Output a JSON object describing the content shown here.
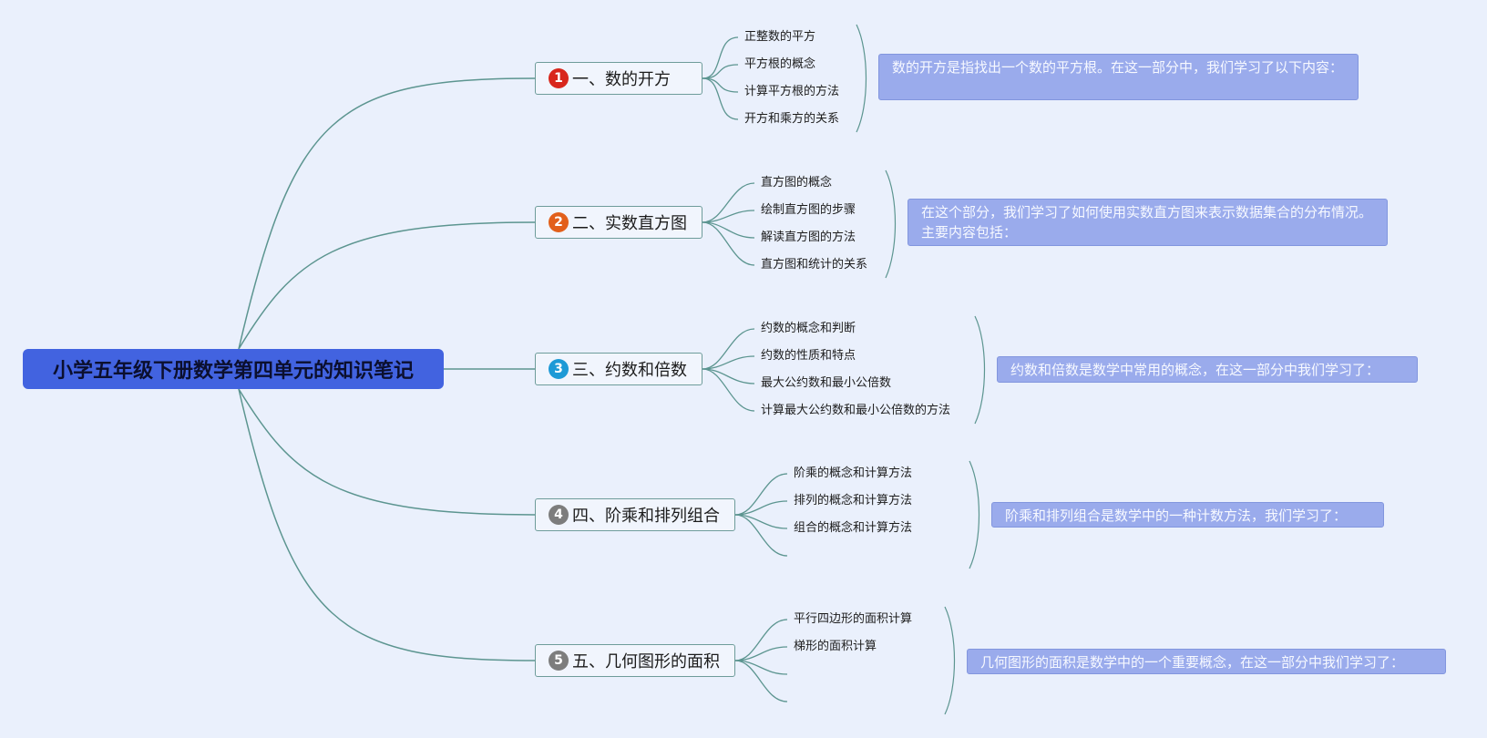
{
  "root": {
    "title": "小学五年级下册数学第四单元的知识笔记"
  },
  "branches": [
    {
      "num": "1",
      "badge_color": "#d8271c",
      "label": "一、数的开方",
      "leaves": [
        "正整数的平方",
        "平方根的概念",
        "计算平方根的方法",
        "开方和乘方的关系"
      ],
      "note": "数的开方是指找出一个数的平方根。在这一部分中，我们学习了以下内容："
    },
    {
      "num": "2",
      "badge_color": "#e2601b",
      "label": "二、实数直方图",
      "leaves": [
        "直方图的概念",
        "绘制直方图的步骤",
        "解读直方图的方法",
        "直方图和统计的关系"
      ],
      "note": "在这个部分，我们学习了如何使用实数直方图来表示数据集合的分布情况。主要内容包括："
    },
    {
      "num": "3",
      "badge_color": "#1e9ad6",
      "label": "三、约数和倍数",
      "leaves": [
        "约数的概念和判断",
        "约数的性质和特点",
        "最大公约数和最小公倍数",
        "计算最大公约数和最小公倍数的方法"
      ],
      "note": "约数和倍数是数学中常用的概念，在这一部分中我们学习了："
    },
    {
      "num": "4",
      "badge_color": "#7d7d7d",
      "label": "四、阶乘和排列组合",
      "leaves": [
        "阶乘的概念和计算方法",
        "排列的概念和计算方法",
        "组合的概念和计算方法",
        ""
      ],
      "note": "阶乘和排列组合是数学中的一种计数方法，我们学习了："
    },
    {
      "num": "5",
      "badge_color": "#7d7d7d",
      "label": "五、几何图形的面积",
      "leaves": [
        "平行四边形的面积计算",
        "梯形的面积计算",
        "",
        ""
      ],
      "note": "几何图形的面积是数学中的一个重要概念，在这一部分中我们学习了："
    }
  ]
}
